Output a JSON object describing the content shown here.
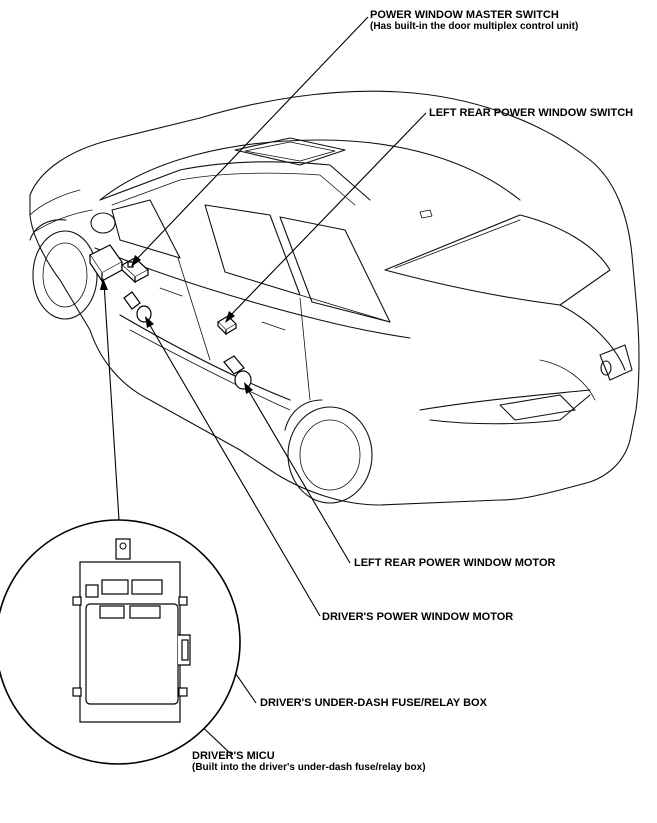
{
  "labels": {
    "master_switch": "POWER WINDOW MASTER SWITCH",
    "master_switch_note": "(Has built-in the door multiplex control unit)",
    "left_rear_switch": "LEFT REAR POWER WINDOW SWITCH",
    "left_rear_motor": "LEFT REAR POWER WINDOW MOTOR",
    "driver_motor": "DRIVER'S POWER WINDOW MOTOR",
    "fuse_box": "DRIVER'S UNDER-DASH FUSE/RELAY BOX",
    "micu": "DRIVER'S MICU",
    "micu_note": "(Built into the driver's under-dash fuse/relay box)"
  }
}
